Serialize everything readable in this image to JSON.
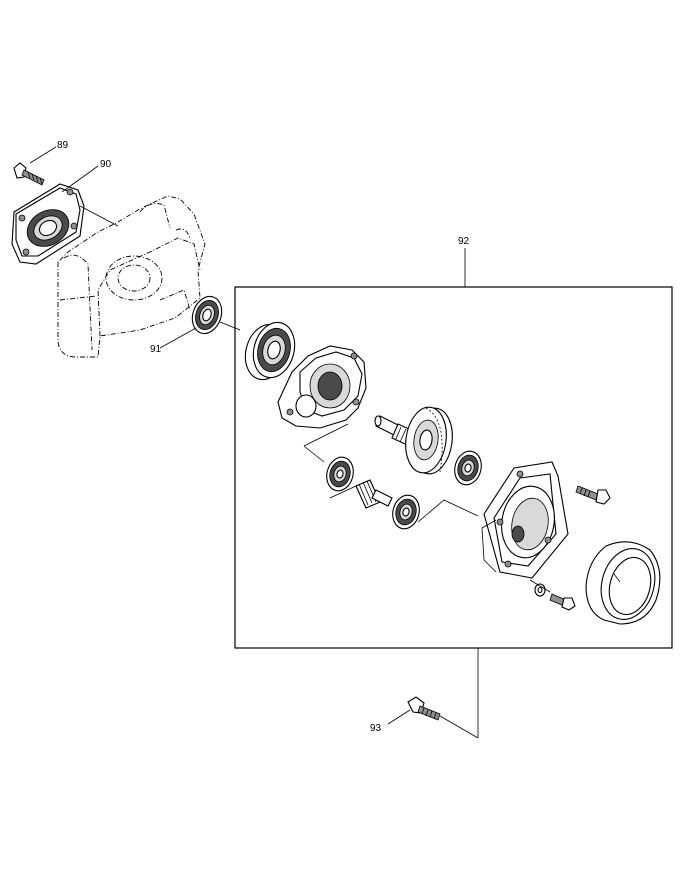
{
  "callouts": {
    "c89": "89",
    "c90": "90",
    "c91": "91",
    "c92": "92",
    "c93": "93"
  }
}
